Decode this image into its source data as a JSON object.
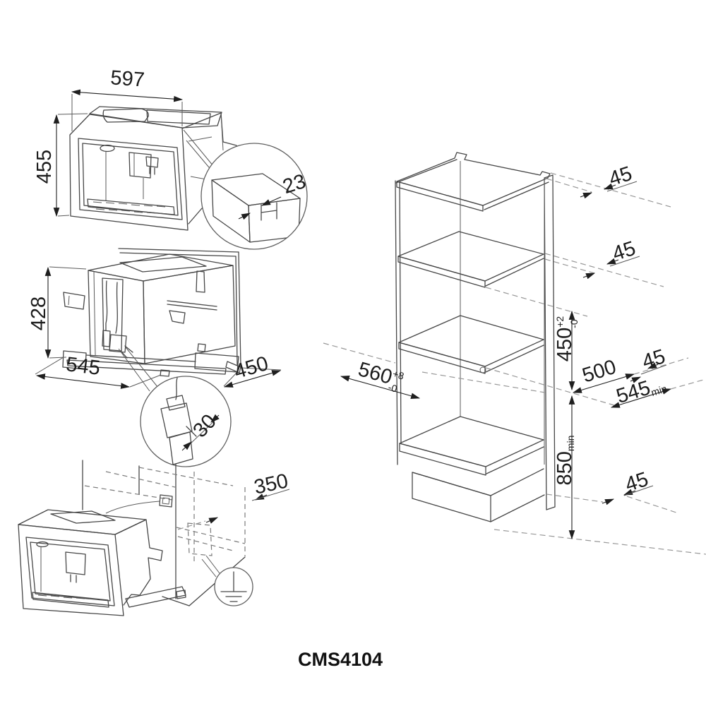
{
  "front_view": {
    "width": "597",
    "height": "455",
    "edge_detail": "23"
  },
  "rear_view": {
    "height": "428",
    "width": "545",
    "depth": "450",
    "plug_detail": "30"
  },
  "installed_view": {
    "cable_clearance": "350"
  },
  "niche": {
    "gap_top": "45",
    "gap_shelf": "45",
    "gap_back": "45",
    "gap_bottom": "45",
    "height": {
      "v": "450",
      "sup": "+2",
      "sub": "-0"
    },
    "width": {
      "v": "560",
      "sup": "+8",
      "sub": "-0"
    },
    "depth": "500",
    "depth_min": {
      "v": "545",
      "suffix": "min"
    },
    "floor_min": {
      "v": "850",
      "suffix": "min"
    }
  },
  "footer": {
    "model": "CMS4104"
  }
}
